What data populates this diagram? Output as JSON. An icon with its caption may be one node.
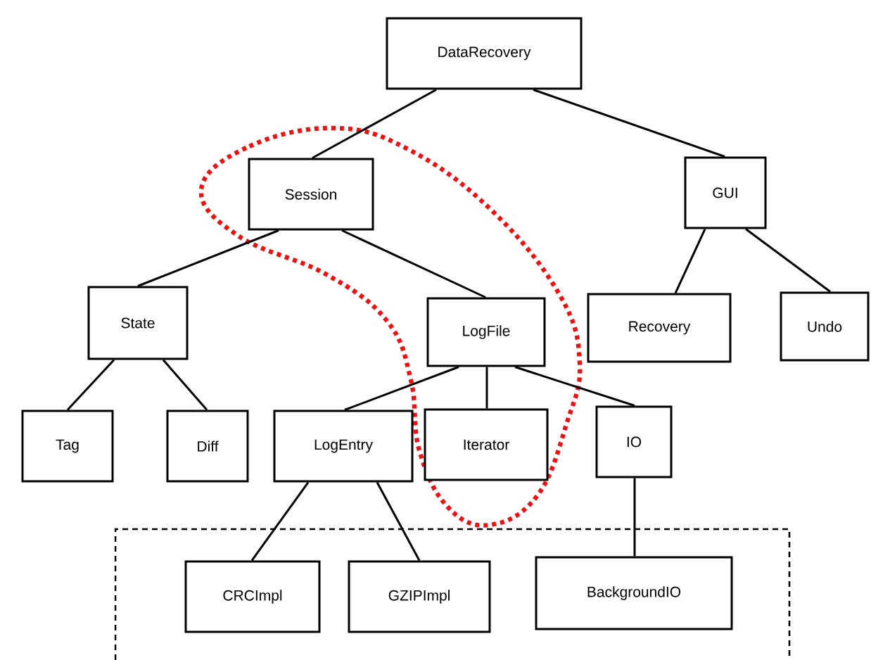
{
  "diagram": {
    "nodes": [
      {
        "text": [
          "DataRecovery"
        ]
      },
      {
        "text": [
          "Session"
        ]
      },
      {
        "text": [
          "GUI"
        ]
      },
      {
        "text": [
          "State"
        ]
      },
      {
        "text": [
          "LogFile"
        ]
      },
      {
        "text": [
          "Recovery"
        ]
      },
      {
        "text": [
          "Undo"
        ]
      },
      {
        "text": [
          "Tag"
        ]
      },
      {
        "text": [
          "Diff"
        ]
      },
      {
        "text": [
          "LogEntry"
        ]
      },
      {
        "text": [
          "Iterator"
        ]
      },
      {
        "text": [
          "IO"
        ]
      },
      {
        "text": [
          "CRCImpl"
        ]
      },
      {
        "text": [
          "GZIPImpl"
        ]
      },
      {
        "text": [
          "BackgroundIO"
        ]
      }
    ],
    "edges": [
      {
        "from": 0,
        "to": 1,
        "arrow": "none"
      },
      {
        "from": 0,
        "to": 2,
        "arrow": "none"
      },
      {
        "from": 1,
        "to": 3,
        "arrow": "none"
      },
      {
        "from": 1,
        "to": 4,
        "arrow": "none"
      },
      {
        "from": 2,
        "to": 5,
        "arrow": "none"
      },
      {
        "from": 2,
        "to": 6,
        "arrow": "none"
      },
      {
        "from": 3,
        "to": 7,
        "arrow": "none"
      },
      {
        "from": 3,
        "to": 8,
        "arrow": "none"
      },
      {
        "from": 4,
        "to": 9,
        "arrow": "none"
      },
      {
        "from": 4,
        "to": 10,
        "arrow": "none"
      },
      {
        "from": 4,
        "to": 11,
        "arrow": "none"
      },
      {
        "from": 9,
        "to": 12,
        "arrow": "none"
      },
      {
        "from": 9,
        "to": 13,
        "arrow": "none"
      },
      {
        "from": 11,
        "to": 14,
        "arrow": "none"
      }
    ]
  }
}
